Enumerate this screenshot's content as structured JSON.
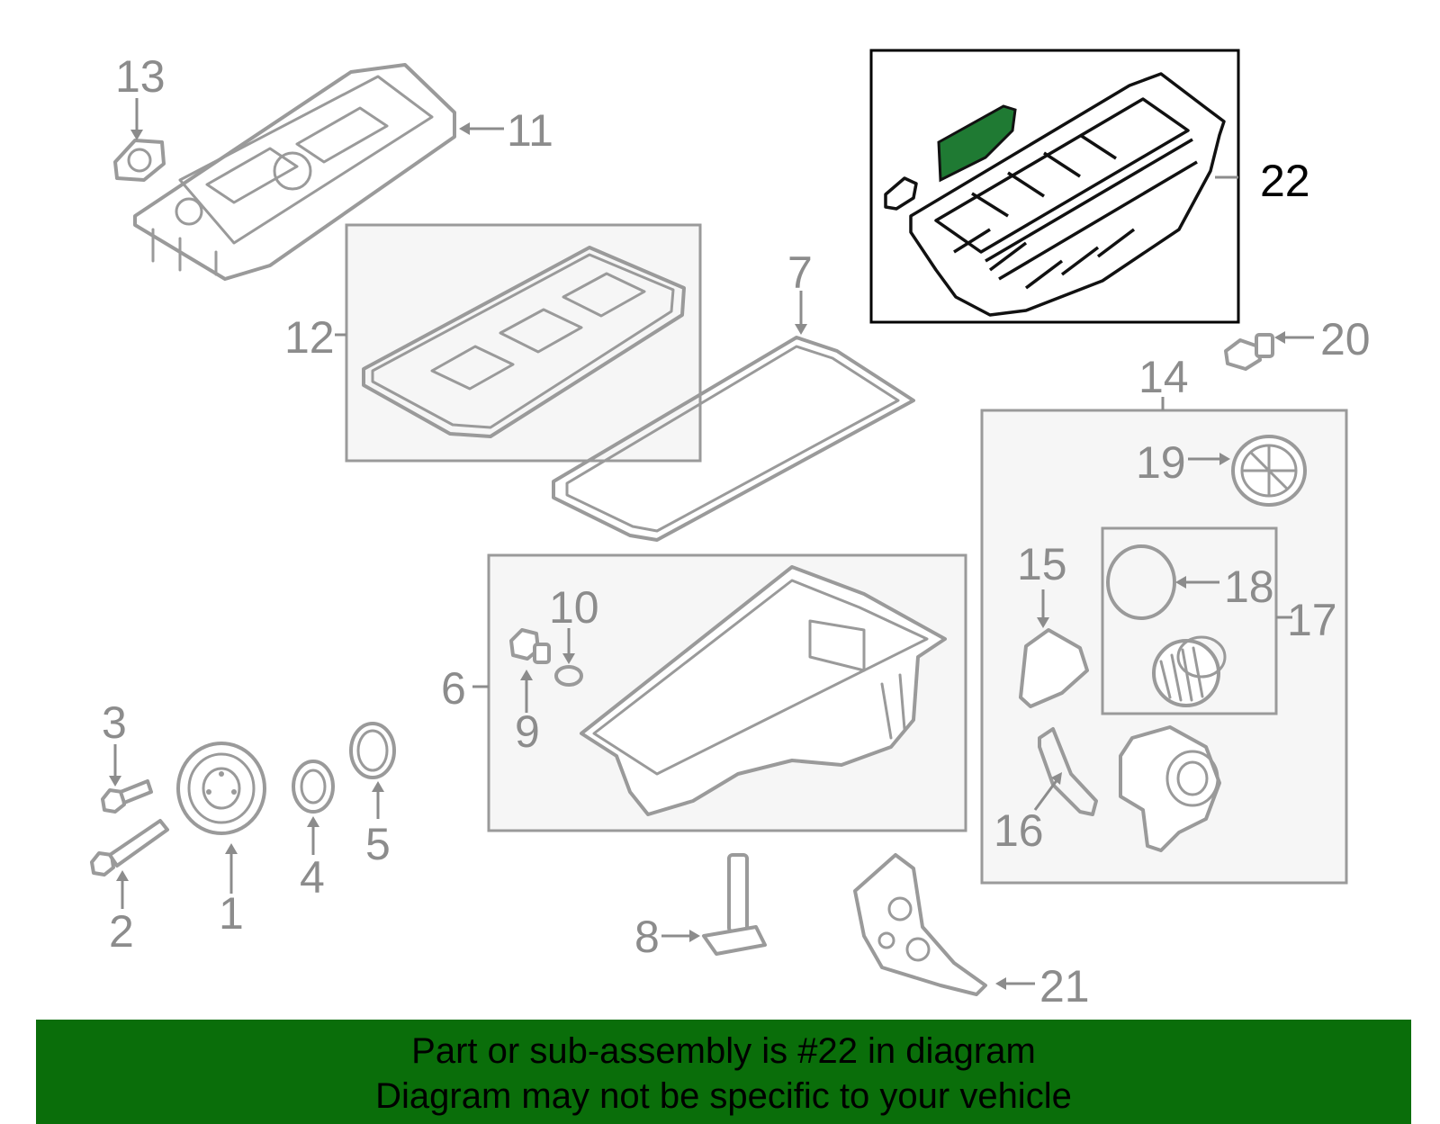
{
  "callouts": {
    "c1": "1",
    "c2": "2",
    "c3": "3",
    "c4": "4",
    "c5": "5",
    "c6": "6",
    "c7": "7",
    "c8": "8",
    "c9": "9",
    "c10": "10",
    "c11": "11",
    "c12": "12",
    "c13": "13",
    "c14": "14",
    "c15": "15",
    "c16": "16",
    "c17": "17",
    "c18": "18",
    "c19": "19",
    "c20": "20",
    "c21": "21",
    "c22": "22"
  },
  "highlight": {
    "part": "22",
    "color": "#1f7a33"
  },
  "banner": {
    "line1": "Part or sub-assembly is #22 in diagram",
    "line2": "Diagram may not be specific to your vehicle",
    "background": "#0a6e0a"
  }
}
